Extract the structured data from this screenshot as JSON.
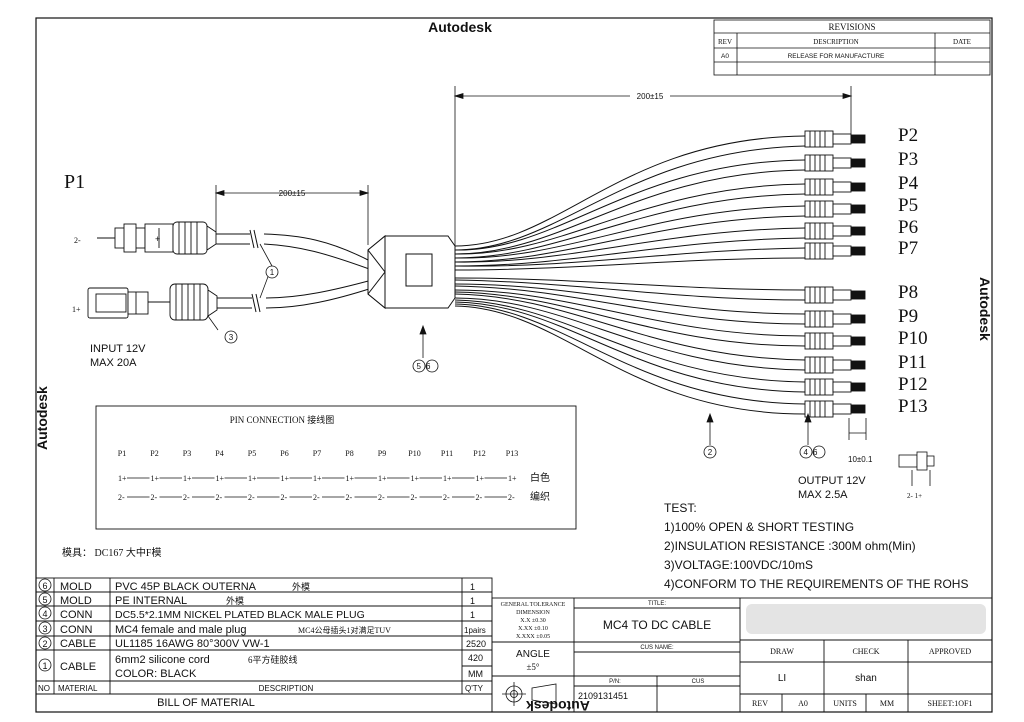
{
  "watermarks": {
    "top": "Autodesk",
    "right": "Autodesk",
    "left": "Autodesk",
    "bottom": "Autodesk"
  },
  "revisions": {
    "title": "REVISIONS",
    "headers": [
      "REV",
      "DESCRIPTION",
      "DATE"
    ],
    "row": {
      "rev": "A0",
      "description": "RELEASE FOR MANUFACTURE",
      "date": ""
    }
  },
  "dimensions": {
    "top": "200±15",
    "left": "200±15",
    "pin": "10±0.1"
  },
  "labels": {
    "p1": "P1",
    "outputs_top": [
      "P2",
      "P3",
      "P4",
      "P5",
      "P6",
      "P7"
    ],
    "outputs_bottom": [
      "P8",
      "P9",
      "P10",
      "P11",
      "P12",
      "P13"
    ],
    "input_line1": "INPUT 12V",
    "input_line2": "MAX 20A",
    "output_line1": "OUTPUT 12V",
    "output_line2": "MAX 2.5A",
    "mc4_neg": "2-",
    "mc4_pos": "1+",
    "dc_pins": "2-  1+",
    "callout_1": "1",
    "callout_2": "2",
    "callout_3": "3",
    "callout_56": "56",
    "callout_46": "46"
  },
  "pin_connection": {
    "title": "PIN CONNECTION 接线图",
    "pins": [
      "P1",
      "P2",
      "P3",
      "P4",
      "P5",
      "P6",
      "P7",
      "P8",
      "P9",
      "P10",
      "P11",
      "P12",
      "P13"
    ],
    "plus": "1+",
    "minus": "2-",
    "row1_label": "白色",
    "row2_label": "编织"
  },
  "mold_note": "模具： DC167 大中F模",
  "test": {
    "title": "TEST:",
    "items": [
      "1)100% OPEN & SHORT TESTING",
      "2)INSULATION RESISTANCE :300M ohm(Min)",
      "3)VOLTAGE:100VDC/10mS",
      "4)CONFORM TO THE REQUIREMENTS OF THE ROHS"
    ]
  },
  "bom": {
    "rows": [
      {
        "no": "6",
        "material": "MOLD",
        "description": "PVC 45P  BLACK OUTERNA",
        "description_cn": "外模",
        "qty": "1"
      },
      {
        "no": "5",
        "material": "MOLD",
        "description": "PE INTERNAL",
        "description_cn": "外模",
        "qty": "1"
      },
      {
        "no": "4",
        "material": "CONN",
        "description": "DC5.5*2.1MM NICKEL PLATED BLACK MALE PLUG",
        "description_cn": "",
        "qty": "1"
      },
      {
        "no": "3",
        "material": "CONN",
        "description": "MC4 female and male plug",
        "description_cn": "MC4公母插头1对满足TUV",
        "qty": "1pairs"
      },
      {
        "no": "2",
        "material": "CABLE",
        "description": "UL1185 16AWG 80°300V  VW-1",
        "description_cn": "",
        "qty": "2520"
      },
      {
        "no": "1",
        "material": "CABLE",
        "description": "6mm2  silicone cord",
        "description_cn": "6平方硅胶线",
        "description2": "COLOR:  BLACK",
        "qty": "420",
        "unit": "MM"
      }
    ],
    "header": {
      "no": "NO",
      "material": "MATERIAL",
      "description": "DESCRIPTION",
      "qty": "Q'TY"
    },
    "footer": "BILL OF MATERIAL"
  },
  "title_block": {
    "tolerance_title": "GENERAL TOLERANCE",
    "tolerance_sub": "DIMENSION",
    "tol1": "X.X  ±0.30",
    "tol2": "X.XX  ±0.10",
    "tol3": "X.XXX  ±0.05",
    "angle_label": "ANGLE",
    "angle_value": "±5°",
    "title_label": "TITLE:",
    "title_value": "MC4 TO DC CABLE",
    "cus_name_label": "CUS NAME:",
    "pn_label": "P/N:",
    "pn_value": "2109131451",
    "cus_label": "CUS",
    "draw_label": "DRAW",
    "draw_value": "LI",
    "check_label": "CHECK",
    "check_value": "shan",
    "approved_label": "APPROVED",
    "approved_value": "",
    "rev_label": "REV",
    "rev_value": "A0",
    "units_label": "UNITS",
    "units_value": "MM",
    "sheet_label": "SHEET:1OF1"
  }
}
